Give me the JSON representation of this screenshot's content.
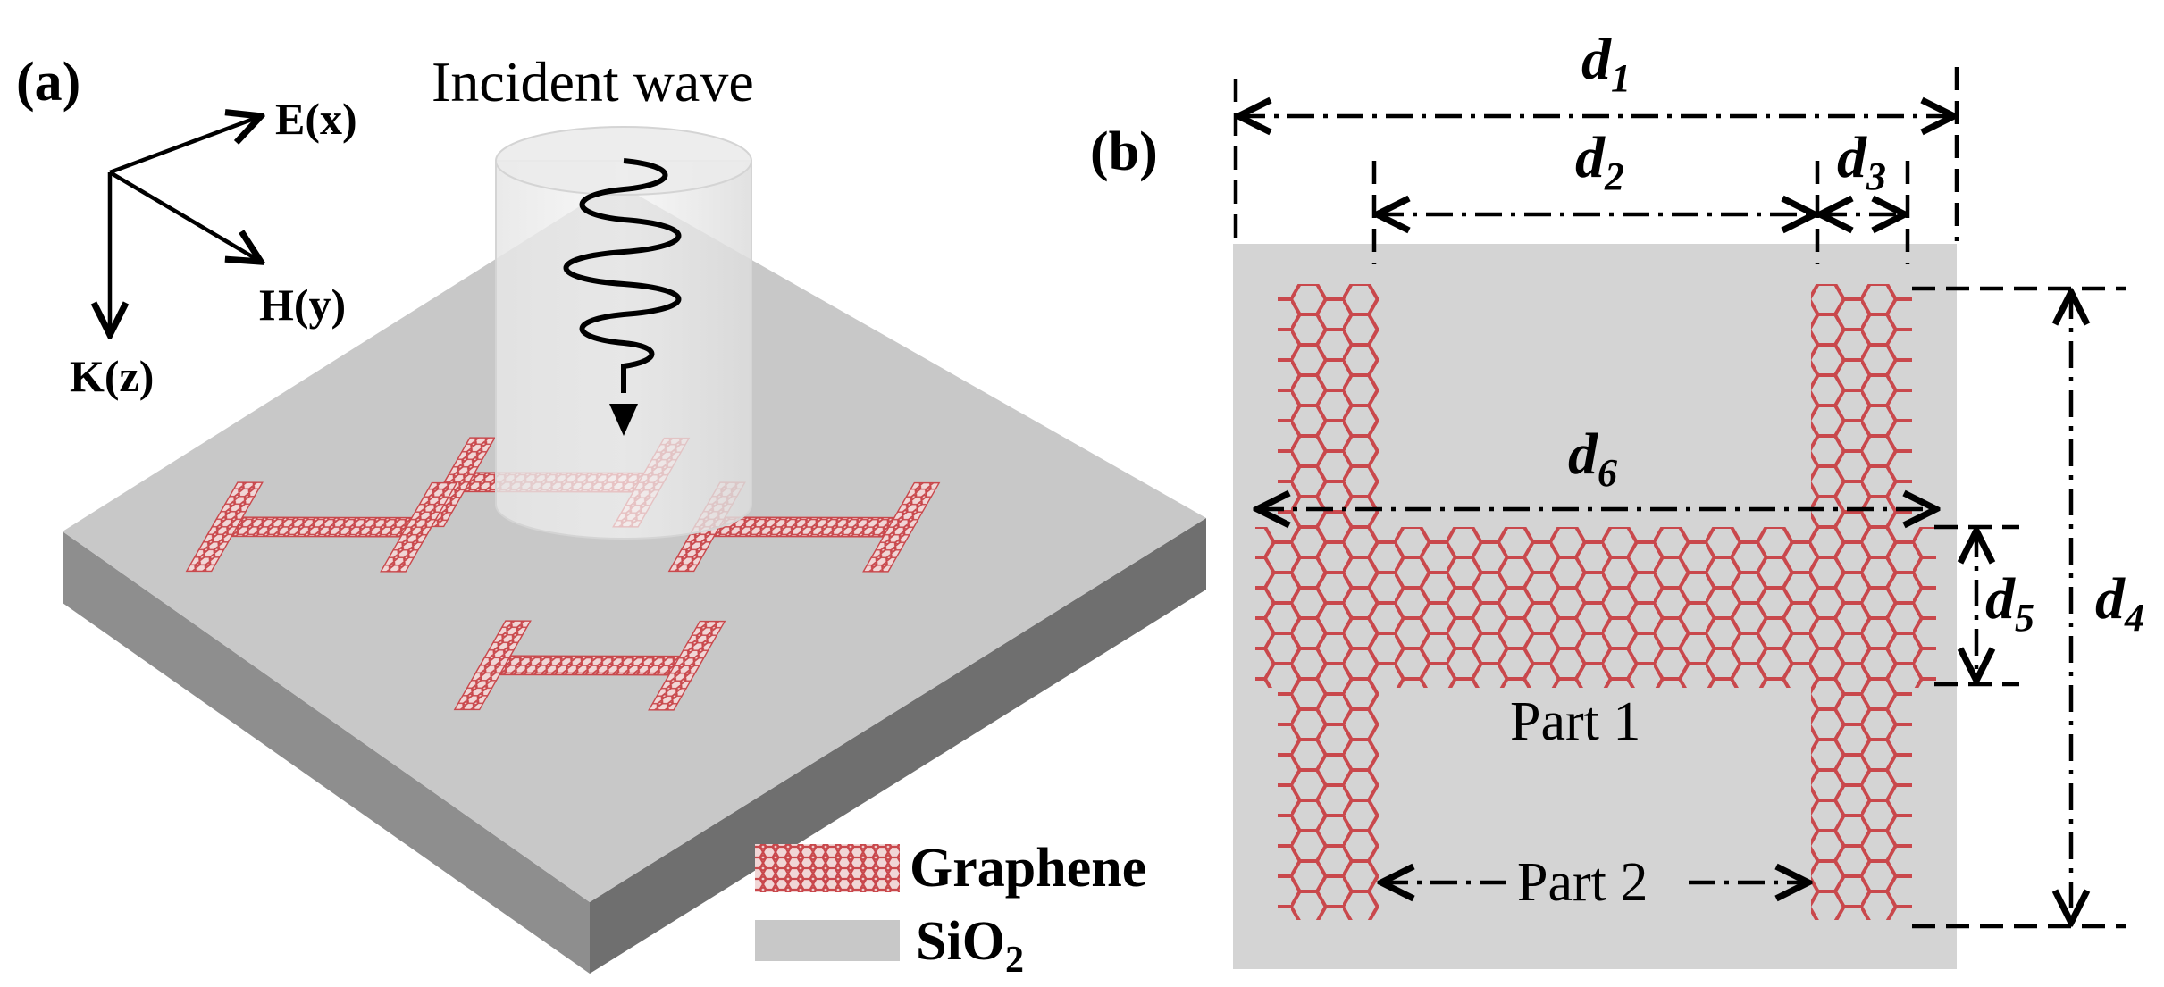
{
  "panel_a": {
    "label": "(a)",
    "incident_wave": "Incident wave",
    "axis_e": "E(x)",
    "axis_h": "H(y)",
    "axis_k": "K(z)",
    "colors": {
      "graphene": "#c9484c",
      "substrate_top": "#c8c8c8",
      "substrate_side": "#8e8e8e"
    }
  },
  "panel_b": {
    "label": "(b)",
    "d1": "d",
    "d1_sub": "1",
    "d2": "d",
    "d2_sub": "2",
    "d3": "d",
    "d3_sub": "3",
    "d4": "d",
    "d4_sub": "4",
    "d5": "d",
    "d5_sub": "5",
    "d6": "d",
    "d6_sub": "6",
    "part1": "Part 1",
    "part2": "Part 2"
  },
  "legend": {
    "graphene": "Graphene",
    "sio2": "SiO",
    "sio2_sub": "2"
  }
}
